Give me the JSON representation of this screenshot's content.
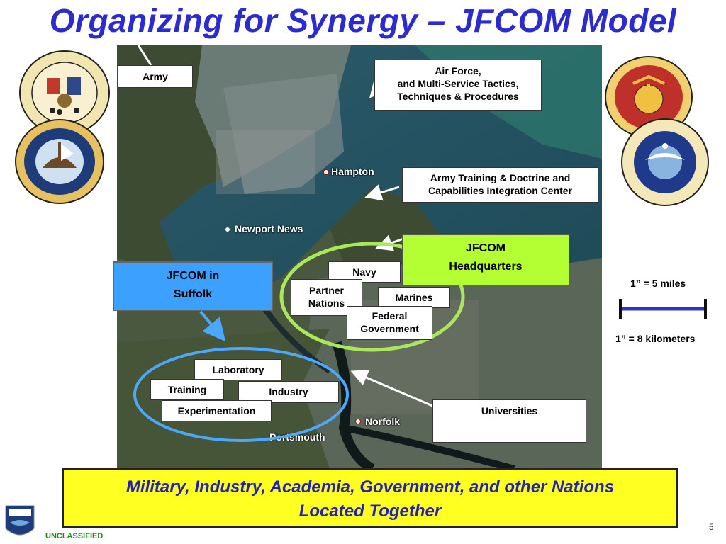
{
  "title": "Organizing for Synergy – JFCOM Model",
  "map": {
    "places": {
      "hampton": "Hampton",
      "newport_news": "Newport News",
      "norfolk": "Norfolk",
      "portsmouth": "Portsmouth"
    }
  },
  "boxes": {
    "army": "Army",
    "air_force": [
      "Air Force,",
      "and Multi-Service Tactics,",
      "Techniques & Procedures"
    ],
    "army_training": [
      "Army Training & Doctrine and",
      "Capabilities Integration Center"
    ],
    "jfcom_hq": [
      "JFCOM",
      "Headquarters"
    ],
    "jfcom_suffolk": [
      "JFCOM in",
      "Suffolk"
    ],
    "navy": "Navy",
    "partner_nations": [
      "Partner",
      "Nations"
    ],
    "marines": "Marines",
    "federal_government": [
      "Federal",
      "Government"
    ],
    "laboratory": "Laboratory",
    "training": "Training",
    "industry": "Industry",
    "experimentation": "Experimentation",
    "universities": "Universities"
  },
  "scale": {
    "miles": "1” = 5 miles",
    "kilometers": "1” = 8 kilometers"
  },
  "banner": {
    "line1": "Military, Industry, Academia, Government, and other Nations",
    "line2": "Located Together"
  },
  "footer": {
    "classification": "UNCLASSIFIED",
    "page_number": "5"
  },
  "colors": {
    "title": "#2b2bd0",
    "green_box": "#b3ff33",
    "blue_box": "#3ba0ff",
    "banner_bg": "#ffff22",
    "banner_text": "#2222b8",
    "green_ellipse": "#a8e85a",
    "blue_ellipse": "#4aa8ff",
    "classification": "#1a8a1a"
  }
}
